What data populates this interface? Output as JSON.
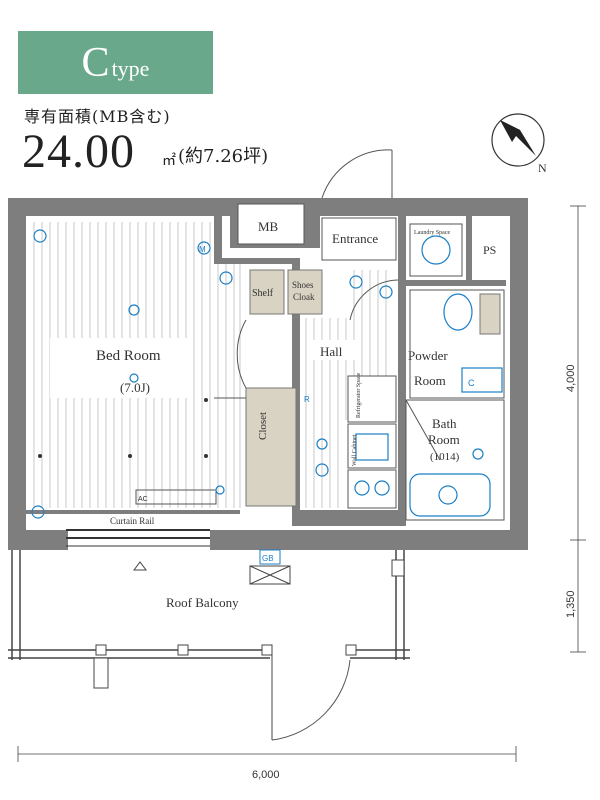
{
  "header": {
    "type_letter": "C",
    "type_word": "type",
    "area_label": "専有面積(MB含む)",
    "area_value": "24.00",
    "area_unit": "㎡",
    "area_tsubo": "(約7.26坪)"
  },
  "rooms": {
    "bedroom": "Bed Room",
    "bedroom_size": "(7.0J)",
    "entrance": "Entrance",
    "mb": "MB",
    "ps": "PS",
    "shelf": "Shelf",
    "shoes1": "Shoes",
    "shoes2": "Cloak",
    "hall": "Hall",
    "closet": "Closet",
    "powder1": "Powder",
    "powder2": "Room",
    "bath1": "Bath",
    "bath2": "Room",
    "bath_size": "(1014)",
    "balcony": "Roof Balcony",
    "curtain": "Curtain Rail",
    "gb": "GB",
    "laundry": "Laundry Space",
    "refrigerator": "Refrigerator Space",
    "wall_cabinet": "Wall Cabinet"
  },
  "fixtures": {
    "ac": "AC",
    "m": "M",
    "t": "t",
    "r": "R",
    "c": "C"
  },
  "dimensions": {
    "width_total": "6,000",
    "height_room": "4,000",
    "height_balcony": "1,350"
  },
  "compass": {
    "label": "N"
  },
  "colors": {
    "badge": "#6aa88c",
    "wall": "#7e7e7e",
    "closet": "#d9d3c3",
    "fixture": "#1b7fc4"
  }
}
